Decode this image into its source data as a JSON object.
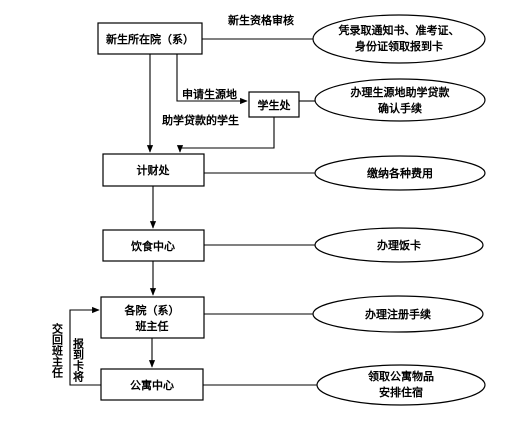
{
  "nodes": {
    "faculty_enroll": "新生所在院（系）",
    "student_office": "学生处",
    "finance": "计财处",
    "dining": "饮食中心",
    "faculty_line1": "各院（系）",
    "faculty_line2": "班主任",
    "apartment": "公寓中心"
  },
  "actions": {
    "qualification_line1": "凭录取通知书、准考证、",
    "qualification_line2": "身份证领取报到卡",
    "loan_line1": "办理生源地助学贷款",
    "loan_line2": "确认手续",
    "fees": "缴纳各种费用",
    "meal_card": "办理饭卡",
    "registration": "办理注册手续",
    "apartment_line1": "领取公寓物品",
    "apartment_line2": "安排住宿"
  },
  "edge_labels": {
    "qualification_review": "新生资格审核",
    "apply_label": "申请生源地",
    "loan_students": "助学贷款的学生",
    "submit_card": "报到卡将",
    "return_to_teacher": "交回班主任"
  }
}
